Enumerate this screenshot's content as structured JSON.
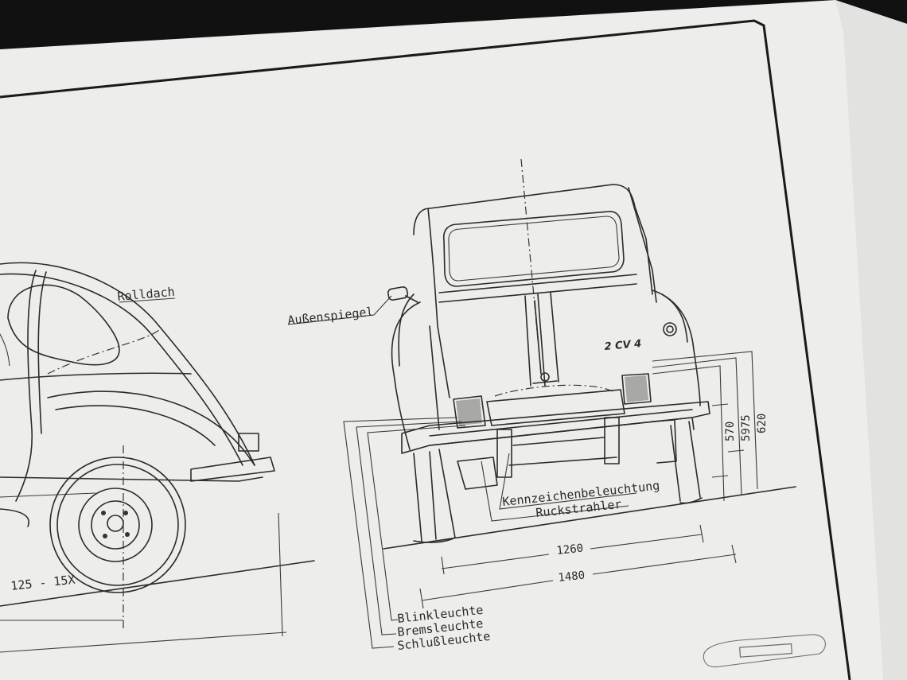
{
  "labels": {
    "roof": "Rolldach",
    "mirror": "Außenspiegel",
    "plate_light": "Kennzeichenbeleuchtung",
    "reflector": "Ruckstrahler",
    "indicator": "Blinkleuchte",
    "brake": "Bremsleuchte",
    "tail": "Schlußleuchte",
    "badge": "2 CV 4",
    "tire": "125 - 15X"
  },
  "dimensions": {
    "track": "1260",
    "width": "1480",
    "h1": "570",
    "h2": "5975",
    "h3": "620"
  },
  "colors": {
    "paper": "#ededeb",
    "ink": "#2b2b2b",
    "background": "#111111"
  }
}
